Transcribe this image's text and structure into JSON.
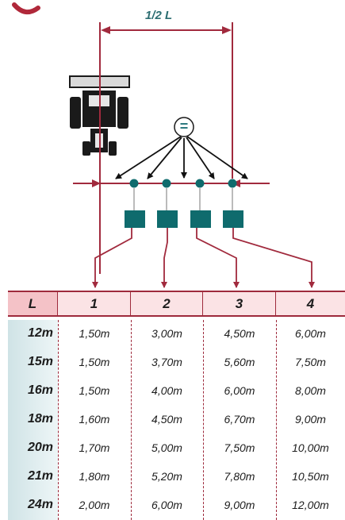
{
  "diagram": {
    "half_label": "1/2 L",
    "equal_symbol": "=",
    "arrow_color": "#a12a3d",
    "nozzle_color": "#0f6b6d",
    "tractor_color": "#1a1a1a"
  },
  "table": {
    "headers": [
      "L",
      "1",
      "2",
      "3",
      "4"
    ],
    "header_bg": "#fbe3e5",
    "rows": [
      [
        "12m",
        "1,50m",
        "3,00m",
        "4,50m",
        "6,00m"
      ],
      [
        "15m",
        "1,50m",
        "3,70m",
        "5,60m",
        "7,50m"
      ],
      [
        "16m",
        "1,50m",
        "4,00m",
        "6,00m",
        "8,00m"
      ],
      [
        "18m",
        "1,60m",
        "4,50m",
        "6,70m",
        "9,00m"
      ],
      [
        "20m",
        "1,70m",
        "5,00m",
        "7,50m",
        "10,00m"
      ],
      [
        "21m",
        "1,80m",
        "5,20m",
        "7,80m",
        "10,50m"
      ],
      [
        "24m",
        "2,00m",
        "6,00m",
        "9,00m",
        "12,00m"
      ]
    ]
  }
}
